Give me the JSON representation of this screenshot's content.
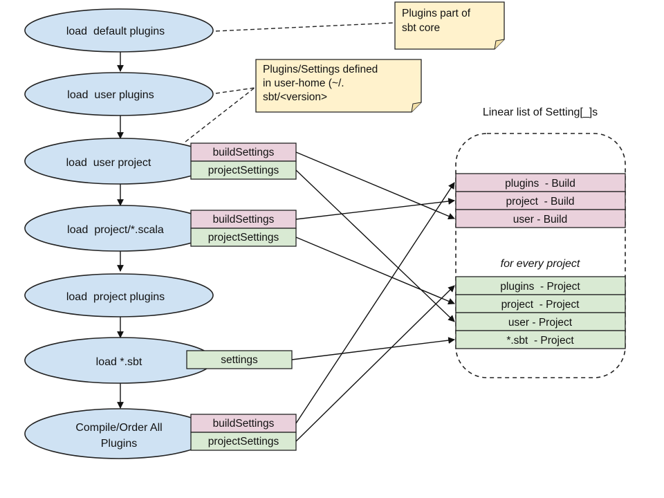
{
  "nodes": [
    {
      "id": "load-default-plugins",
      "lines": [
        "load  default plugins"
      ]
    },
    {
      "id": "load-user-plugins",
      "lines": [
        "load  user plugins"
      ]
    },
    {
      "id": "load-user-project",
      "lines": [
        "load  user project"
      ]
    },
    {
      "id": "load-project-scala",
      "lines": [
        "load  project/*.scala"
      ]
    },
    {
      "id": "load-project-plugins",
      "lines": [
        "load  project plugins"
      ]
    },
    {
      "id": "load-sbt",
      "lines": [
        "load *.sbt"
      ]
    },
    {
      "id": "compile-order-all-plugins",
      "lines": [
        "Compile/Order All",
        "Plugins"
      ]
    }
  ],
  "setting_boxes": {
    "user_project_build": "buildSettings",
    "user_project_project": "projectSettings",
    "project_scala_build": "buildSettings",
    "project_scala_project": "projectSettings",
    "sbt_settings": "settings",
    "compile_build": "buildSettings",
    "compile_project": "projectSettings"
  },
  "notes": {
    "core": [
      "Plugins part of",
      "sbt core"
    ],
    "user_home": [
      "Plugins/Settings defined",
      "in user-home (~/.",
      "sbt/<version>"
    ]
  },
  "linear_list": {
    "title": "Linear list of Setting[_]s",
    "build_items": [
      "plugins  - Build",
      "project  - Build",
      "user - Build"
    ],
    "per_project_caption": "for every project",
    "project_items": [
      "plugins  - Project",
      "project  - Project",
      "user - Project",
      "*.sbt  - Project"
    ]
  },
  "colors": {
    "node_fill": "#cfe2f3",
    "build_fill": "#ead1dc",
    "project_fill": "#d9ead3",
    "note_fill": "#fff2cc"
  }
}
